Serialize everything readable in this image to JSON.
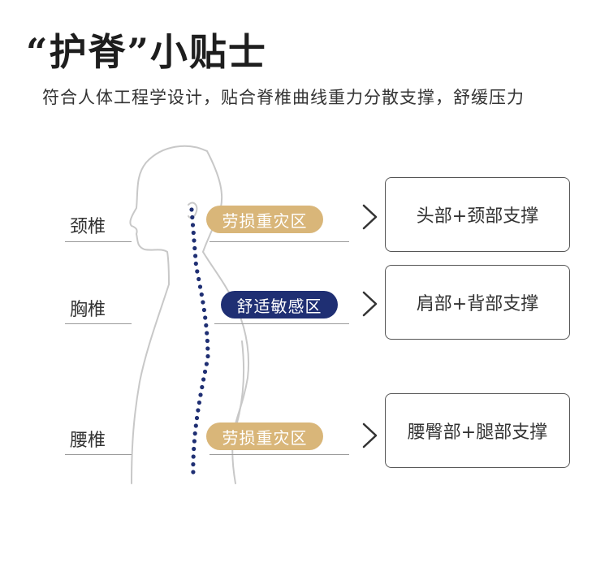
{
  "header": {
    "title": "“护脊”小贴士",
    "subtitle": "符合人体工程学设计，贴合脊椎曲线重力分散支撑，舒缓压力"
  },
  "colors": {
    "gold_pill": "#d9b679",
    "navy_pill": "#1f2f73",
    "spine_dots": "#1f2f73",
    "body_outline": "#c8c8c8"
  },
  "rows": [
    {
      "region": "颈椎",
      "zone": "劳损重灾区",
      "zone_type": "gold",
      "support": "头部+颈部支撑",
      "chevron_icon": "chevron-right-icon"
    },
    {
      "region": "胸椎",
      "zone": "舒适敏感区",
      "zone_type": "navy",
      "support": "肩部+背部支撑",
      "chevron_icon": "chevron-right-icon"
    },
    {
      "region": "腰椎",
      "zone": "劳损重灾区",
      "zone_type": "gold",
      "support": "腰臀部+腿部支撑",
      "chevron_icon": "chevron-right-icon"
    }
  ]
}
